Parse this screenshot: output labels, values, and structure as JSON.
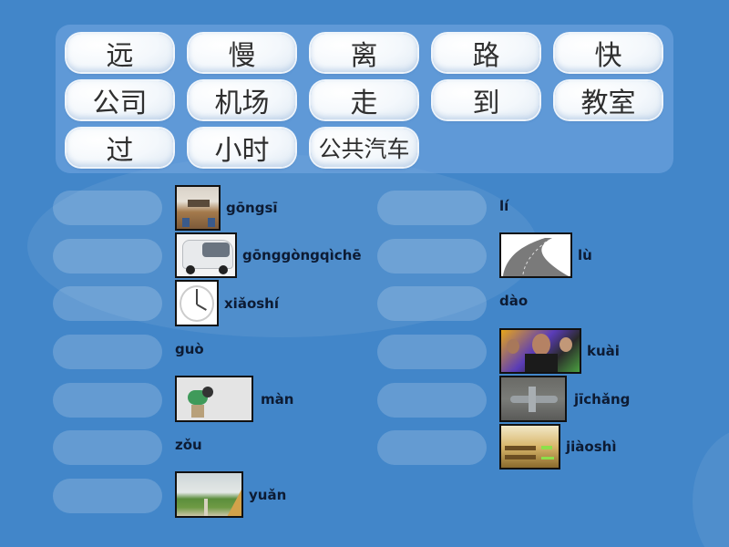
{
  "word_bank": {
    "tiles": [
      {
        "label": "远"
      },
      {
        "label": "慢"
      },
      {
        "label": "离"
      },
      {
        "label": "路"
      },
      {
        "label": "快"
      },
      {
        "label": "公司"
      },
      {
        "label": "机场"
      },
      {
        "label": "走"
      },
      {
        "label": "到"
      },
      {
        "label": "教室"
      },
      {
        "label": "过"
      },
      {
        "label": "小时"
      },
      {
        "label": "公共汽车"
      }
    ]
  },
  "left_column": [
    {
      "pinyin": "gōngsī",
      "image": "office-photo"
    },
    {
      "pinyin": "gōnggòngqìchē",
      "image": "bus-photo"
    },
    {
      "pinyin": "xiǎoshí",
      "image": "clock-photo"
    },
    {
      "pinyin": "guò",
      "image": null
    },
    {
      "pinyin": "màn",
      "image": "sloth-photo"
    },
    {
      "pinyin": "zǒu",
      "image": null
    },
    {
      "pinyin": "yuǎn",
      "image": "long-road-photo"
    }
  ],
  "right_column": [
    {
      "pinyin": "lí",
      "image": null
    },
    {
      "pinyin": "lù",
      "image": "road-illustration"
    },
    {
      "pinyin": "dào",
      "image": null
    },
    {
      "pinyin": "kuài",
      "image": "fast-furious-poster"
    },
    {
      "pinyin": "jīchǎng",
      "image": "airport-photo"
    },
    {
      "pinyin": "jiàoshì",
      "image": "classroom-photo"
    }
  ],
  "colors": {
    "background": "#4286c9",
    "text_dark": "#0d1b33",
    "tile_text": "#2f2f2f"
  }
}
